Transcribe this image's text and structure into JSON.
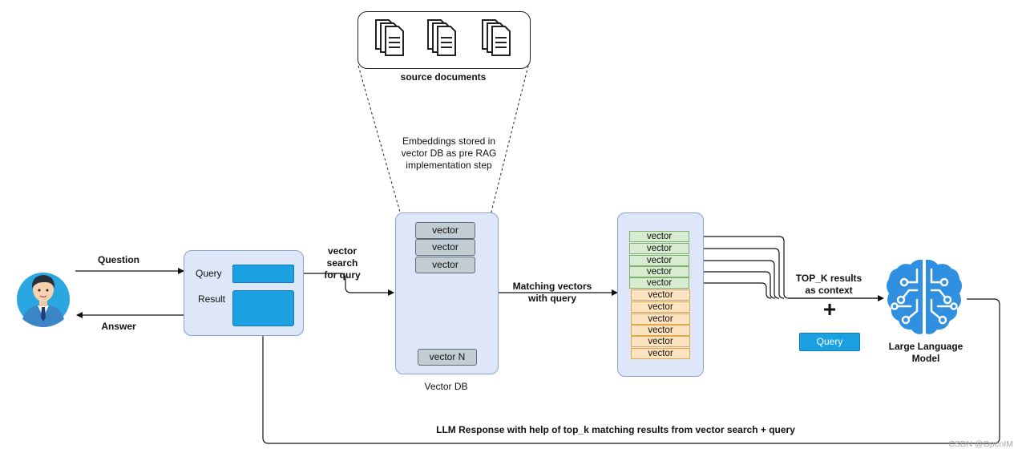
{
  "source_docs": {
    "label": "source documents"
  },
  "embeddings_note": "Embeddings stored in\nvector DB as pre RAG\nimplementation step",
  "user": {
    "question_label": "Question",
    "answer_label": "Answer"
  },
  "query_panel": {
    "query_label": "Query",
    "result_label": "Result"
  },
  "vector_search_label": "vector search\nfor qury",
  "vector_db": {
    "label": "Vector DB",
    "rows": [
      "vector",
      "vector",
      "vector"
    ],
    "last_row": "vector N"
  },
  "matching_label": "Matching vectors\nwith query",
  "results_list": {
    "top_k": [
      "vector",
      "vector",
      "vector",
      "vector",
      "vector"
    ],
    "others": [
      "vector",
      "vector",
      "vector",
      "vector",
      "vector",
      "vector"
    ]
  },
  "top_k_label": "TOP_K results\nas context",
  "plus_sign": "+",
  "query_button": "Query",
  "llm_label": "Large Language\nModel",
  "response_label": "LLM Response with help of top_k matching results from vector search + query",
  "watermark": "CSDN @OpenIM",
  "colors": {
    "panel_fill": "#dde7f7",
    "accent_blue": "#1ba1e2",
    "brain_blue": "#2f8fe0",
    "top_k_fill": "#d7ecd0",
    "other_fill": "#fde3bf",
    "vector_row_fill": "#c2ccd3"
  }
}
